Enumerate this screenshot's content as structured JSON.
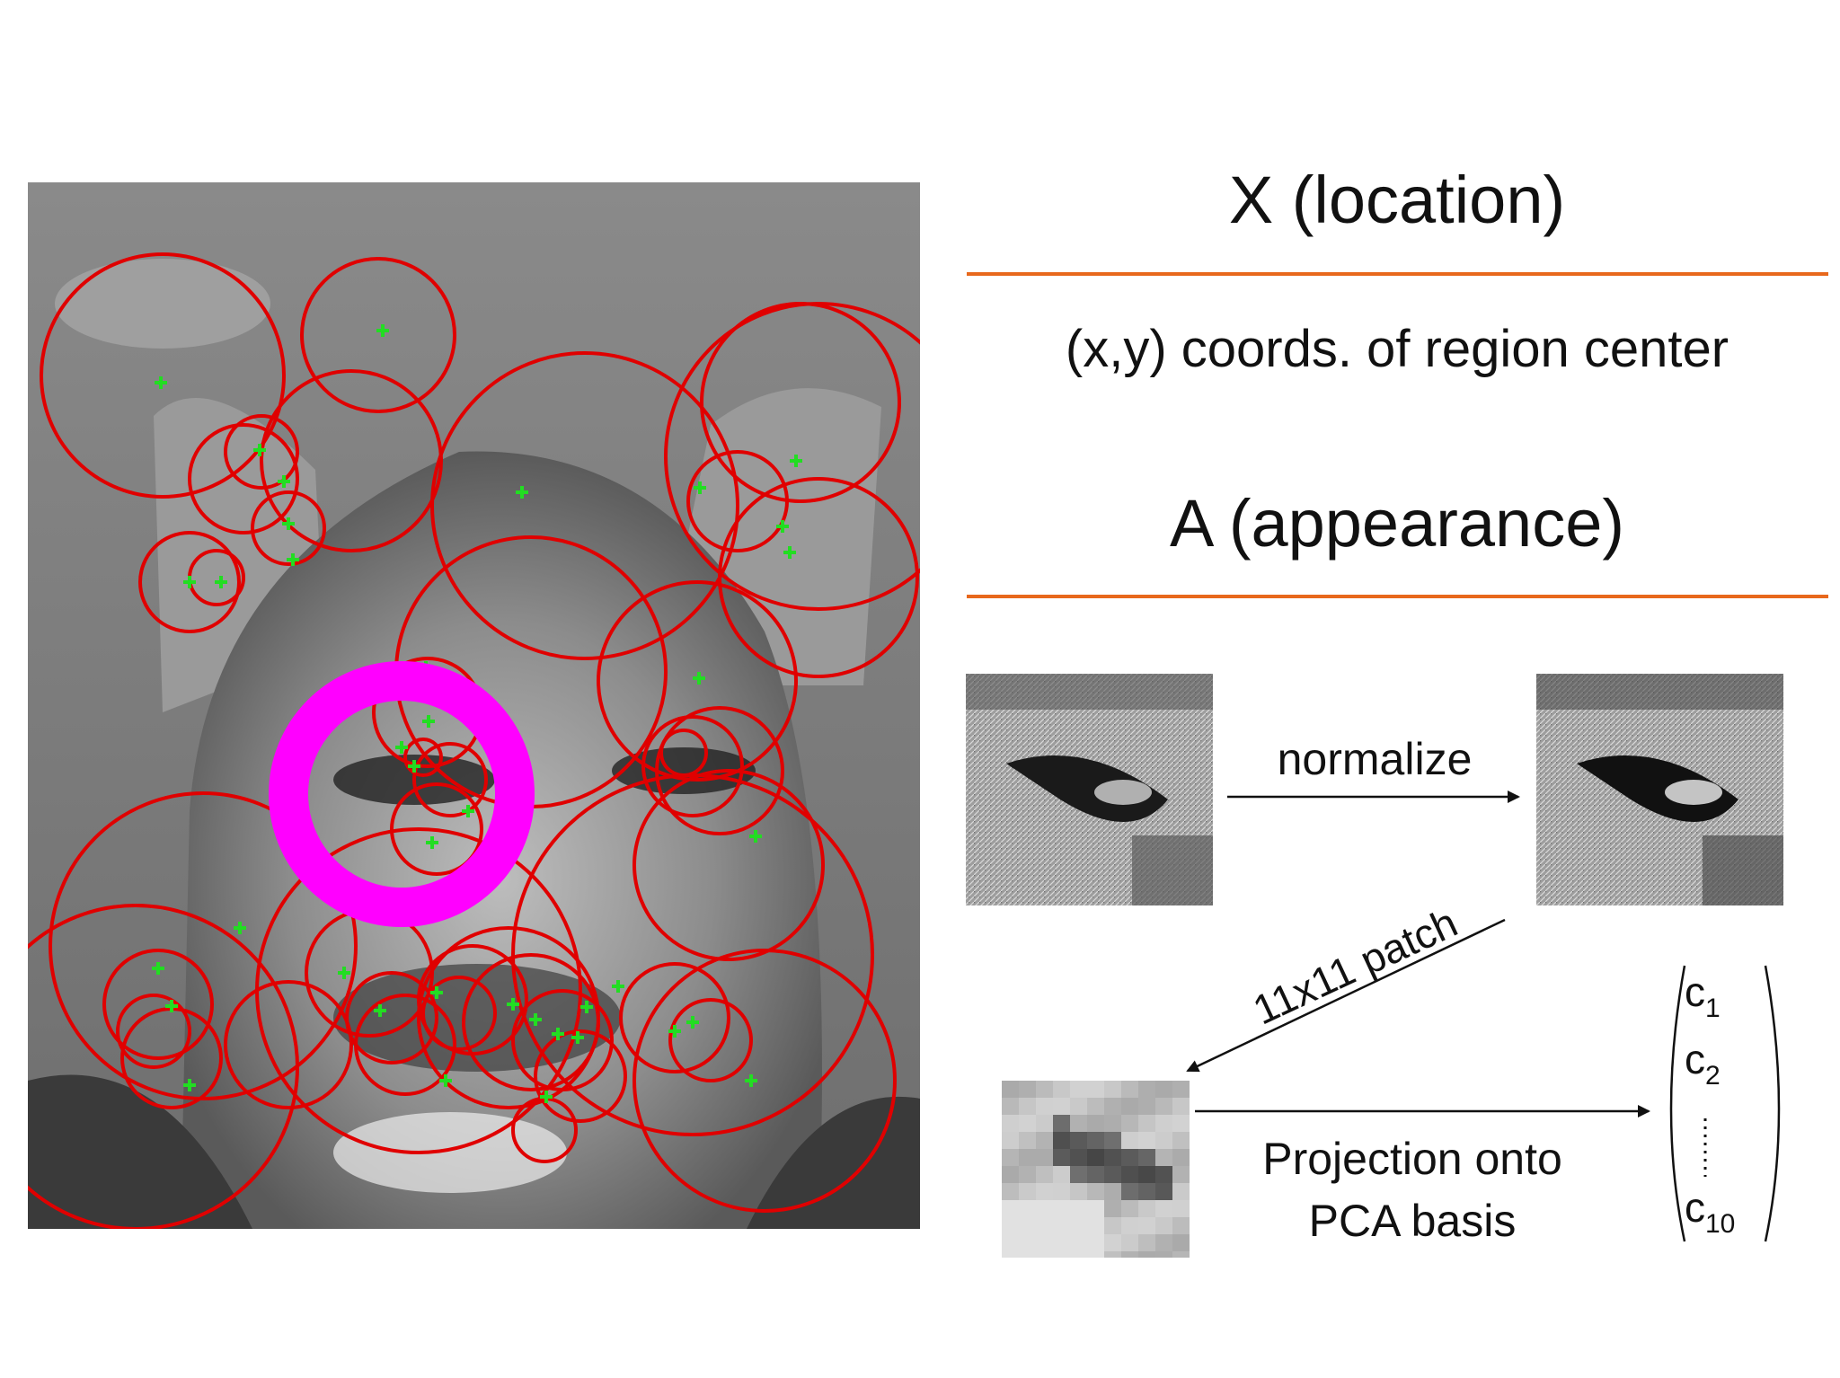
{
  "headings": {
    "location": "X (location)",
    "location_desc": "(x,y) coords. of region center",
    "appearance": "A (appearance)"
  },
  "diagram": {
    "normalize_label": "normalize",
    "patch_label": "11x11 patch",
    "projection_label_line1": "Projection onto",
    "projection_label_line2": "PCA basis",
    "vector": {
      "c1": "c",
      "c1_sub": "1",
      "c2": "c",
      "c2_sub": "2",
      "c10": "c",
      "c10_sub": "10"
    }
  },
  "colors": {
    "accent_rule": "#e8681c",
    "region_circle": "#e00000",
    "region_center": "#22dd22",
    "highlight_ring": "#ff00ff"
  }
}
